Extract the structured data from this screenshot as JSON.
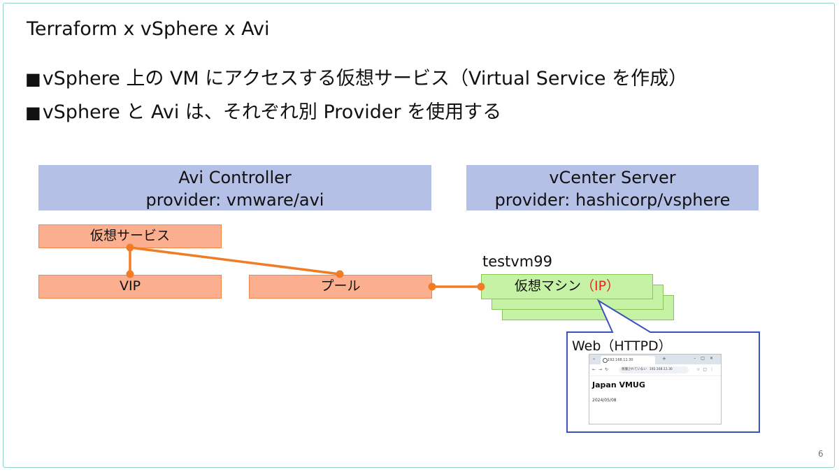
{
  "slide": {
    "title": "Terraform x vSphere x Avi",
    "bullets": [
      "vSphere 上の VM にアクセスする仮想サービス（Virtual Service を作成）",
      "vSphere と Avi は、それぞれ別 Provider を使用する"
    ],
    "bullet_mark": "■",
    "page_number": "6"
  },
  "diagram": {
    "avi_controller": {
      "name": "Avi Controller",
      "provider": "provider: vmware/avi"
    },
    "vcenter": {
      "name": "vCenter Server",
      "provider": "provider: hashicorp/vsphere"
    },
    "virtual_service": "仮想サービス",
    "vip": "VIP",
    "pool": "プール",
    "vm_name": "testvm99",
    "vm_label": "仮想マシン",
    "vm_ip": "（IP）",
    "callout_label": "Web（HTTPD）"
  },
  "browser": {
    "tab_title": "192.168.11.30",
    "url_security": "保護されていない",
    "url": "192.168.11.30",
    "heading": "Japan VMUG",
    "date": "2024/05/08"
  },
  "colors": {
    "provider_box": "#b4c0e6",
    "avi_object_fill": "#fcaf8e",
    "connector": "#f07c25",
    "vm_fill": "#c6f2a6",
    "callout_border": "#3a53b8",
    "ip_text": "#e6261f",
    "frame": "#8fd4c6"
  }
}
